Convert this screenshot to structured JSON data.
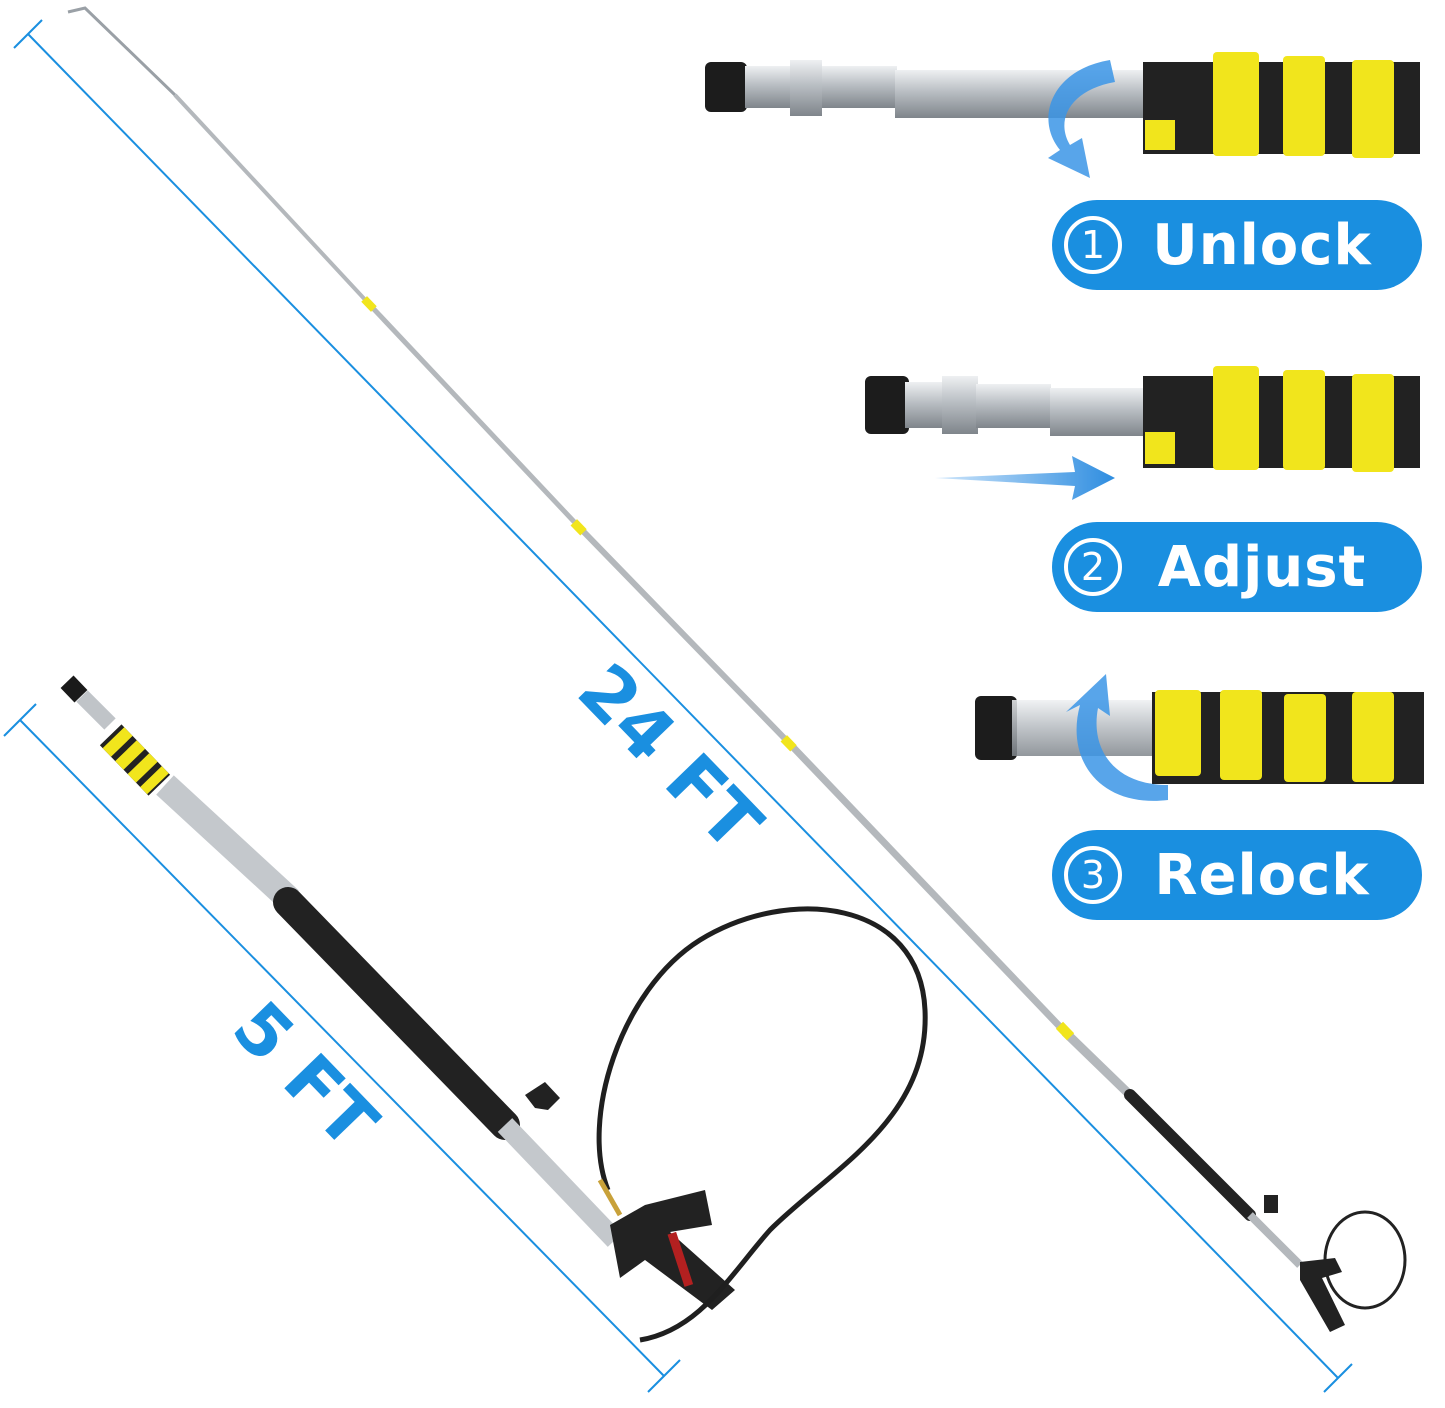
{
  "dimensions": {
    "long_label": "24 FT",
    "short_label": "5 FT",
    "line_color": "#1a8fe0"
  },
  "steps": [
    {
      "number": "1",
      "label": "Unlock",
      "arrow": "rotate-arrow-icon"
    },
    {
      "number": "2",
      "label": "Adjust",
      "arrow": "right-arrow-icon"
    },
    {
      "number": "3",
      "label": "Relock",
      "arrow": "rotate-arrow-icon"
    }
  ],
  "colors": {
    "accent_blue": "#1a8fe0",
    "clamp_yellow": "#f1e51c",
    "grip_black": "#222222",
    "pole_silver": "#c9cdd1"
  }
}
